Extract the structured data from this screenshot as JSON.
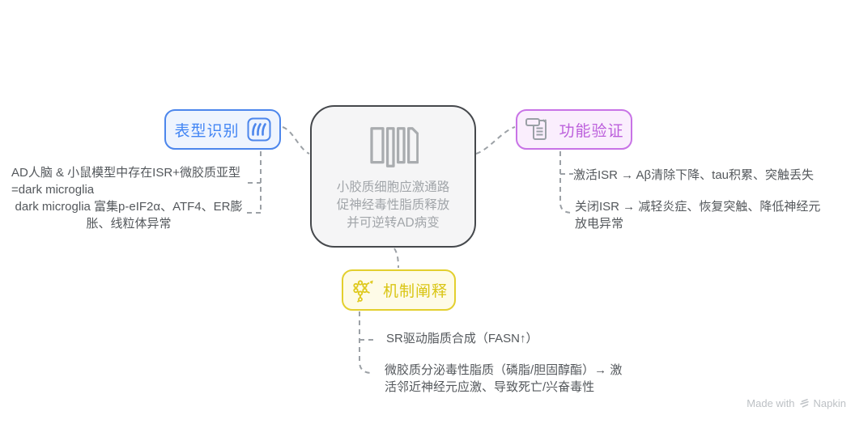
{
  "diagram": {
    "center": {
      "text": "小胶质细胞应激通路\n促神经毒性脂质释放\n并可逆转AD病变",
      "icon": "library-books-icon",
      "border_color": "#45484C",
      "fill_color": "#F5F5F6",
      "text_color": "#A1A5A9"
    },
    "branches": [
      {
        "label": "表型识别",
        "icon": "brush-strokes-icon",
        "accent": "#4285F4",
        "border": "#4C86EC",
        "fill": "#EEF4FE",
        "items": [
          {
            "text": "AD人脑 & 小鼠模型中存在ISR+微胶质亚型\n=dark microglia"
          },
          {
            "text": "dark microglia 富集p-eIF2α、ATF4、ER膨\n胀、线粒体异常"
          }
        ]
      },
      {
        "label": "功能验证",
        "icon": "form-document-icon",
        "accent": "#BC5FDC",
        "border": "#C873E6",
        "fill": "#FAEEFD",
        "items": [
          {
            "text": "激活ISR → Aβ清除下降、tau积累、突触丢失"
          },
          {
            "text": "关闭ISR → 减轻炎症、恢复突触、降低神经元\n放电异常"
          }
        ]
      },
      {
        "label": "机制阐释",
        "icon": "molecule-icon",
        "accent": "#D9C513",
        "border": "#E3CF2E",
        "fill": "#FEFBE7",
        "items": [
          {
            "text": "SR驱动脂质合成（FASN↑）"
          },
          {
            "text": "微胶质分泌毒性脂质（磷脂/胆固醇酯）→ 激\n活邻近神经元应激、导致死亡/兴奋毒性"
          }
        ]
      }
    ],
    "connector_color": "#9CA1A6",
    "note_text_color": "#54585C"
  },
  "footer": {
    "made_with": "Made with",
    "brand": "Napkin"
  }
}
